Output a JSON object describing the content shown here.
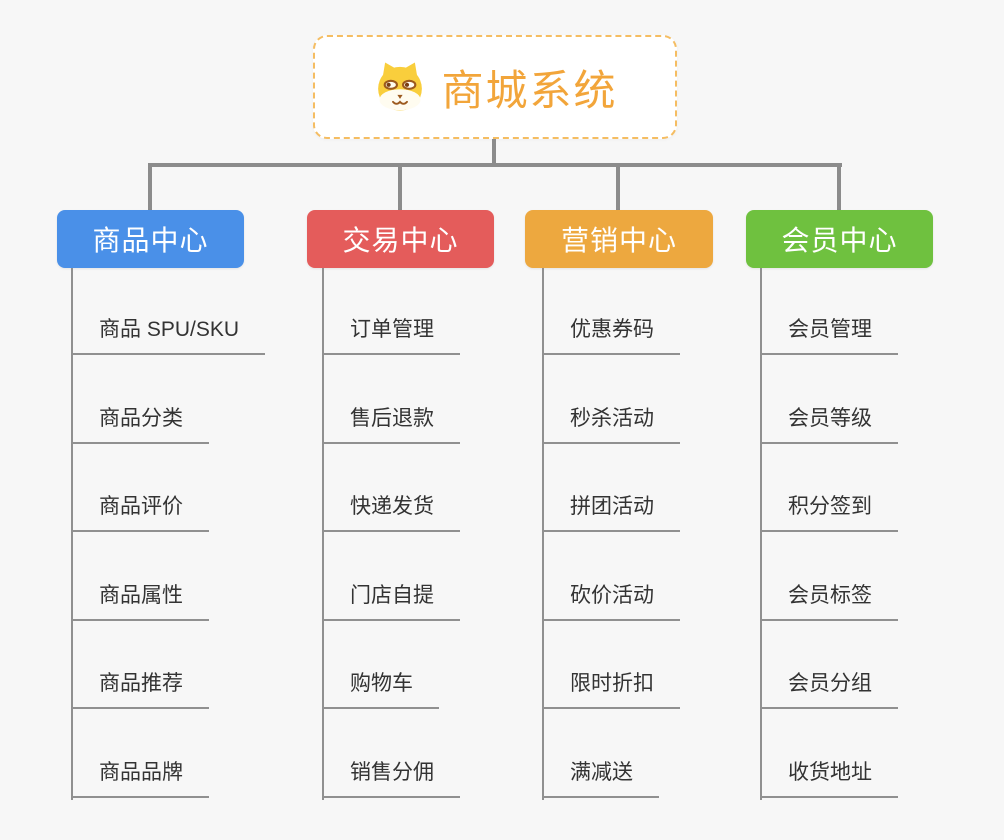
{
  "root": {
    "title": "商城系统",
    "icon": "dog-icon"
  },
  "branches": [
    {
      "label": "商品中心",
      "color": "#4a90e8",
      "children": [
        "商品 SPU/SKU",
        "商品分类",
        "商品评价",
        "商品属性",
        "商品推荐",
        "商品品牌"
      ]
    },
    {
      "label": "交易中心",
      "color": "#e45c5b",
      "children": [
        "订单管理",
        "售后退款",
        "快递发货",
        "门店自提",
        "购物车",
        "销售分佣"
      ]
    },
    {
      "label": "营销中心",
      "color": "#eda83f",
      "children": [
        "优惠券码",
        "秒杀活动",
        "拼团活动",
        "砍价活动",
        "限时折扣",
        "满减送"
      ]
    },
    {
      "label": "会员中心",
      "color": "#6fc13f",
      "children": [
        "会员管理",
        "会员等级",
        "积分签到",
        "会员标签",
        "会员分组",
        "收货地址"
      ]
    }
  ],
  "colors": {
    "background": "#f7f7f7",
    "connector": "#8c8c8c",
    "leaf_line": "#909090",
    "leaf_text": "#333333",
    "root_text": "#f2a53a",
    "root_border": "#f5bd62",
    "branch_text": "#ffffff"
  }
}
